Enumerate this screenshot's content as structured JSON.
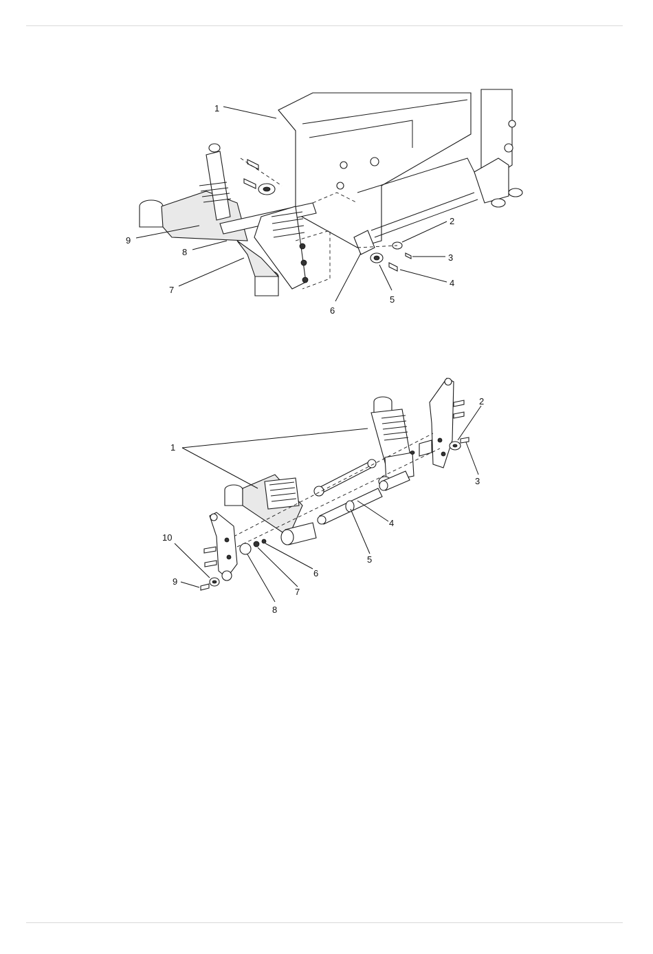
{
  "figure1": {
    "callouts": [
      "1",
      "2",
      "3",
      "4",
      "5",
      "6",
      "7",
      "8",
      "9"
    ]
  },
  "figure2": {
    "callouts": [
      "1",
      "2",
      "3",
      "4",
      "5",
      "6",
      "7",
      "8",
      "9",
      "10"
    ]
  }
}
